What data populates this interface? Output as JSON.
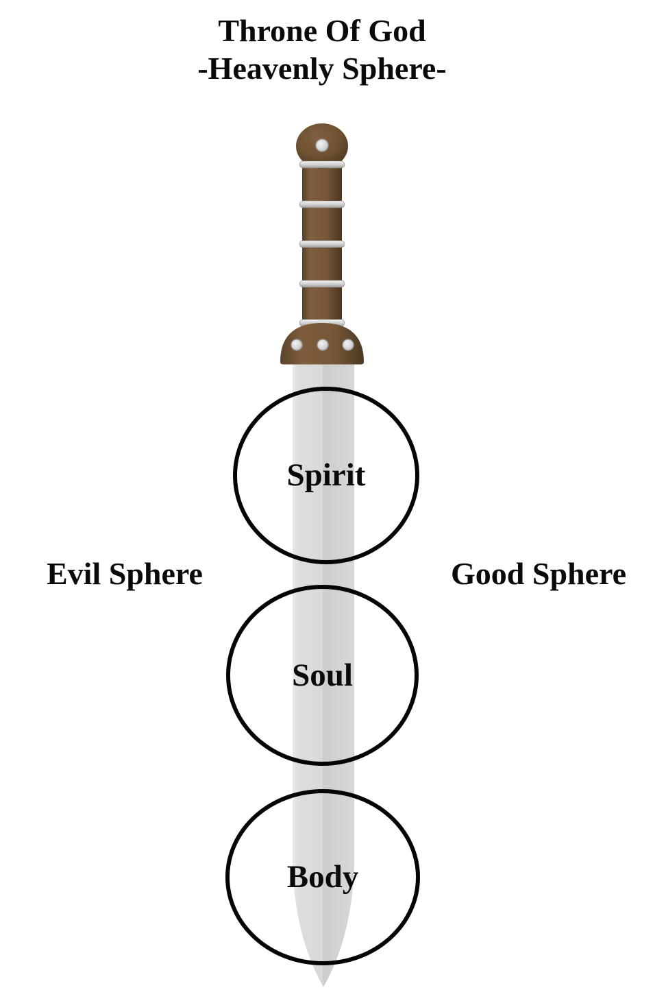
{
  "title": {
    "line1": "Throne Of God",
    "line2": "-Heavenly Sphere-"
  },
  "side_labels": {
    "left": "Evil Sphere",
    "right": "Good Sphere"
  },
  "circles": [
    {
      "label": "Spirit"
    },
    {
      "label": "Soul"
    },
    {
      "label": "Body"
    }
  ],
  "illustration": {
    "name": "sword-pointing-down",
    "colors": {
      "background": "#ffffff",
      "text": "#0a0a0a",
      "circle_outline": "#050505",
      "handle_brown": "#755636",
      "handle_brown_dark": "#4e3a22",
      "band_silver": "#d9d9d9",
      "stud_silver": "#d7d7d7",
      "blade_gray": "#d9d9d9",
      "blade_highlight": "#eaeaea"
    }
  }
}
